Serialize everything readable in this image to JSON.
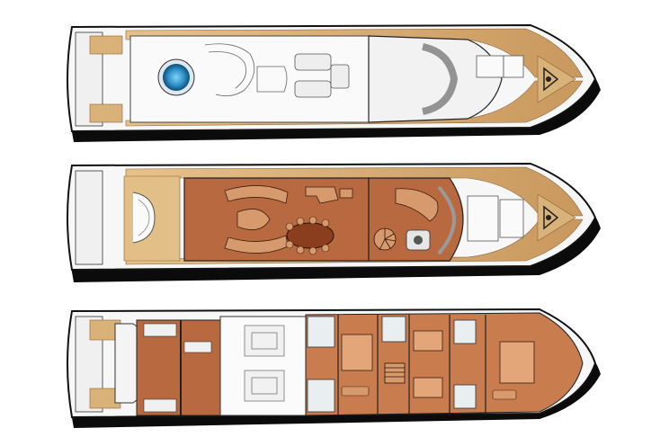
{
  "image": {
    "type": "yacht general arrangement plan",
    "views": [
      {
        "id": "sun-deck",
        "order": 1
      },
      {
        "id": "main-deck",
        "order": 2
      },
      {
        "id": "lower-deck",
        "order": 3
      }
    ]
  },
  "palette": {
    "hull_outline": "#111111",
    "shadow": "#0b0b0b",
    "deck_white": "#f7f7f7",
    "teak": "#d9b27a",
    "teak_dark": "#b98b52",
    "carpet": "#b8693f",
    "carpet_light": "#d79a6c",
    "pool_blue": "#2f8fc7",
    "glass_grey": "#9a9a9a"
  },
  "icons": [
    "jacuzzi-icon",
    "sun-pad-icon",
    "dining-table-icon",
    "bed-icon",
    "stair-icon",
    "sofa-icon",
    "anchor-winch-icon"
  ]
}
